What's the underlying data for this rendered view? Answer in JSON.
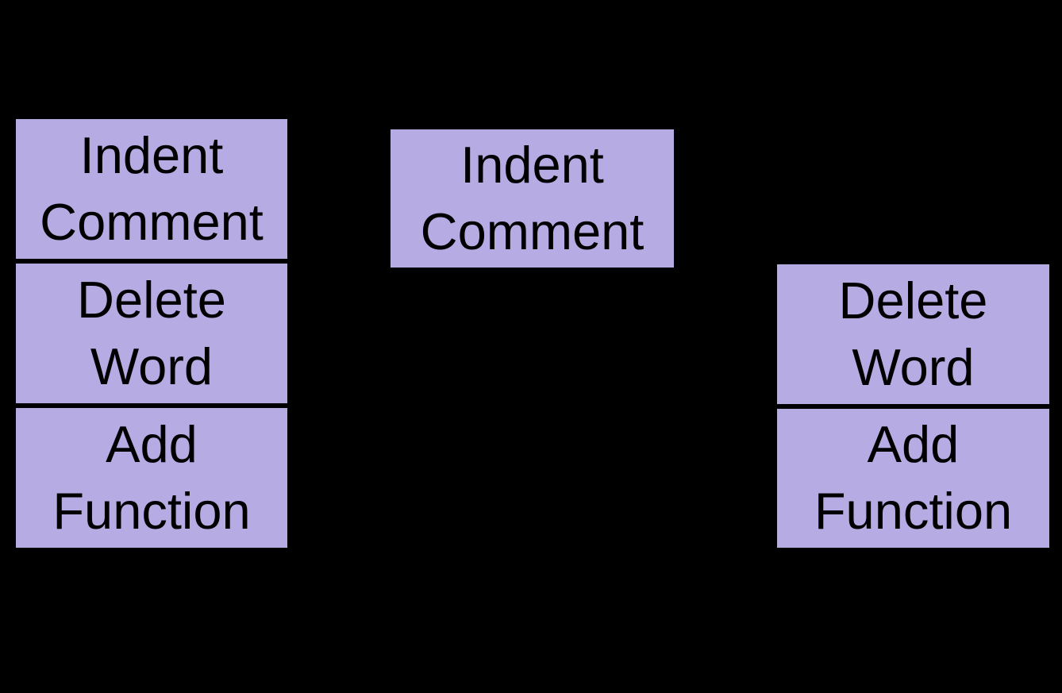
{
  "diagram": {
    "colors": {
      "background": "#000000",
      "box_fill": "#b7abe4",
      "box_text": "#000000",
      "divider": "#000000"
    },
    "left_stack": {
      "items": [
        {
          "label": "Indent\nComment"
        },
        {
          "label": "Delete\nWord"
        },
        {
          "label": "Add\nFunction"
        }
      ]
    },
    "floating_box": {
      "label": "Indent\nComment"
    },
    "right_stack": {
      "items": [
        {
          "label": "Delete\nWord"
        },
        {
          "label": "Add\nFunction"
        }
      ]
    }
  }
}
